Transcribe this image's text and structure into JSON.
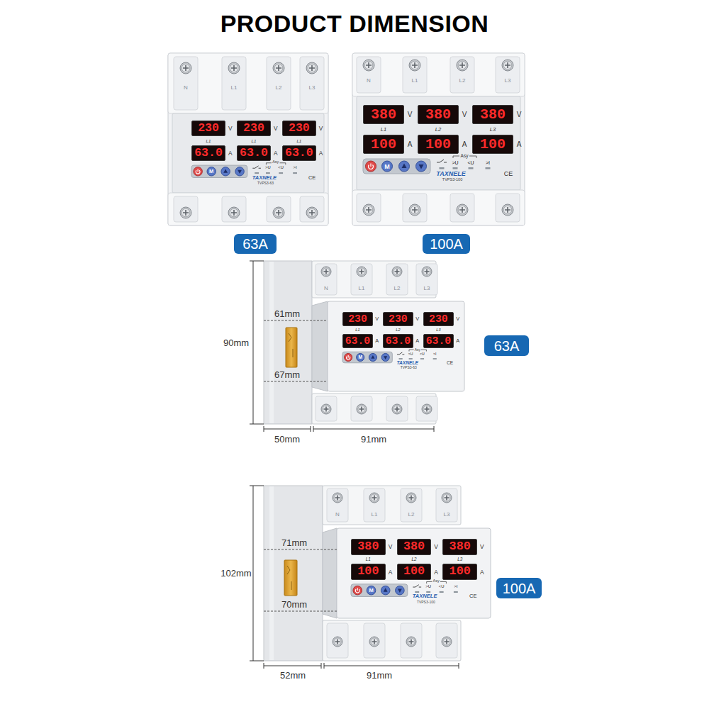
{
  "diagram": {
    "title": "PRODUCT DIMENSION",
    "nodes": [
      {
        "text": [
          "230"
        ]
      },
      {
        "text": [
          "230"
        ]
      },
      {
        "text": [
          "230"
        ]
      },
      {
        "text": [
          "63.0"
        ]
      },
      {
        "text": [
          "63.0"
        ]
      },
      {
        "text": [
          "63.0"
        ]
      },
      {
        "text": [
          "380"
        ]
      },
      {
        "text": [
          "380"
        ]
      },
      {
        "text": [
          "380"
        ]
      },
      {
        "text": [
          "100"
        ]
      },
      {
        "text": [
          "100"
        ]
      },
      {
        "text": [
          "100"
        ]
      },
      {
        "text": [
          "63A"
        ]
      },
      {
        "text": [
          "100A"
        ]
      },
      {
        "text": [
          "230"
        ]
      },
      {
        "text": [
          "230"
        ]
      },
      {
        "text": [
          "230"
        ]
      },
      {
        "text": [
          "63.0"
        ]
      },
      {
        "text": [
          "63.0"
        ]
      },
      {
        "text": [
          "63.0"
        ]
      },
      {
        "text": [
          "63A"
        ]
      },
      {
        "text": [
          "380"
        ]
      },
      {
        "text": [
          "380"
        ]
      },
      {
        "text": [
          "380"
        ]
      },
      {
        "text": [
          "100"
        ]
      },
      {
        "text": [
          "100"
        ]
      },
      {
        "text": [
          "100"
        ]
      },
      {
        "text": [
          "100A"
        ]
      }
    ],
    "labels": [
      "N",
      "L1",
      "L2",
      "L3",
      "V",
      "V",
      "V",
      "L1",
      "L1",
      "L1",
      "A",
      "A",
      "A",
      "M",
      "Asy",
      ">U",
      "<U",
      ">I",
      "TAXNELE",
      "TVPS3-63",
      "CE",
      "N",
      "L1",
      "L2",
      "L3",
      "V",
      "V",
      "V",
      "L1",
      "L2",
      "L3",
      "A",
      "A",
      "A",
      "M",
      "Asy",
      ">U",
      "<U",
      ">I",
      "TAXNELE",
      "TVPS3-100",
      "CE",
      "N",
      "L1",
      "L2",
      "L3",
      "V",
      "V",
      "V",
      "L1",
      "L2",
      "L3",
      "A",
      "A",
      "A",
      "M",
      "Asy",
      ">U",
      "<U",
      ">I",
      "TAXNELE",
      "TVPS3-63",
      "CE",
      "90mm",
      "61mm",
      "67mm",
      "50mm",
      "91mm",
      "N",
      "L1",
      "L2",
      "L3",
      "V",
      "V",
      "V",
      "L1",
      "L2",
      "L3",
      "A",
      "A",
      "A",
      "M",
      "Asy",
      ">U",
      "<U",
      ">I",
      "TAXNELE",
      "TVPS3-100",
      "CE",
      "102mm",
      "71mm",
      "70mm",
      "52mm",
      "91mm"
    ]
  }
}
